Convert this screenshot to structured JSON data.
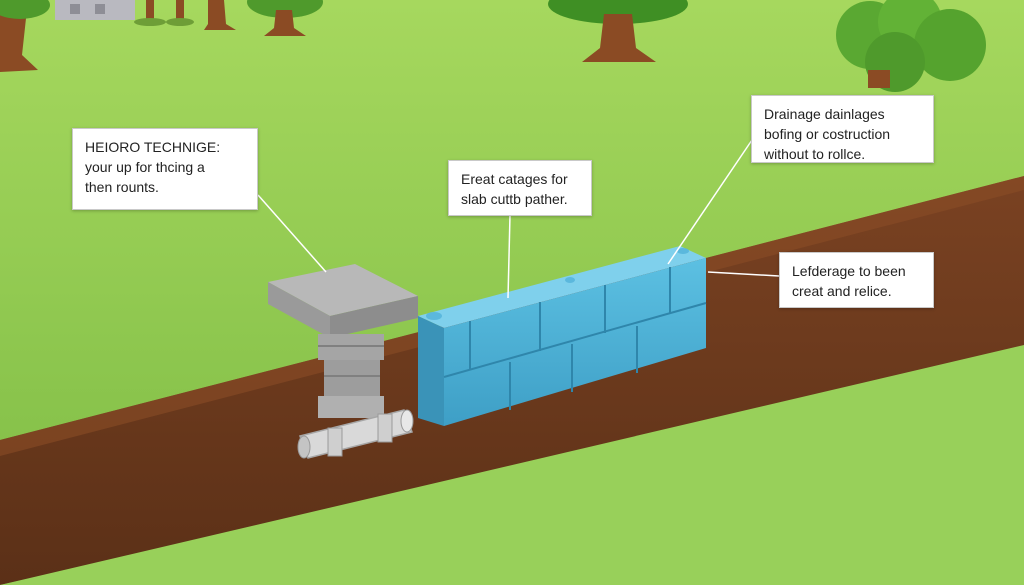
{
  "callouts": {
    "left": {
      "line1": "HEIORO TECHNIGE:",
      "line2": "your  up for thcing a",
      "line3": "then rounts."
    },
    "center": {
      "line1": "Ereat catages for",
      "line2": "slab cuttb pather."
    },
    "top_right": {
      "line1": "Drainage dainlages",
      "line2": "bofing or costruction",
      "line3": "without to rollce."
    },
    "right": {
      "line1": "Lefderage to been",
      "line2": "creat and relice."
    }
  },
  "colors": {
    "grass": "#8cc850",
    "grass_dark": "#6fae3a",
    "soil": "#6b3a1e",
    "soil_dark": "#4f2a14",
    "wall": "#4fb3d6",
    "concrete": "#a9a9a9",
    "pipe": "#d9d9d9"
  },
  "icons": [
    "tree-icon",
    "house-icon",
    "pipe-icon"
  ]
}
